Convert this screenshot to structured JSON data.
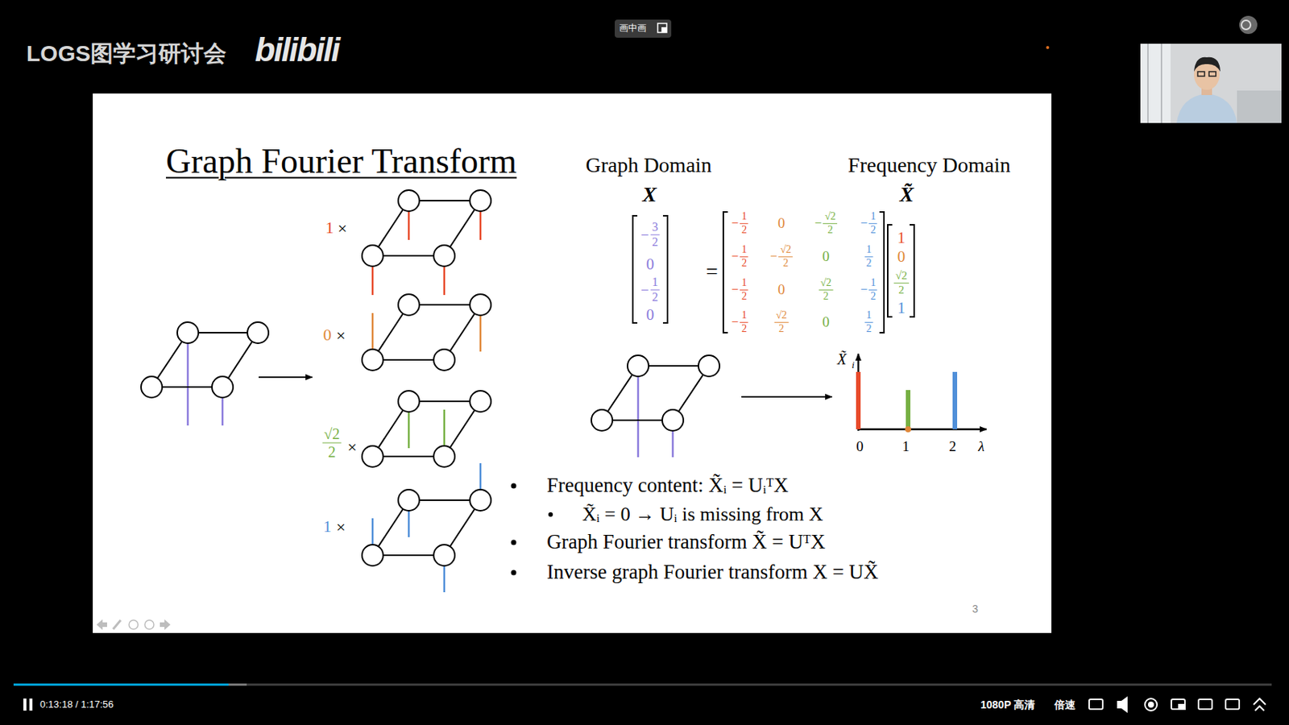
{
  "diagram": {
    "title": "Graph Fourier Transform",
    "labels": [
      "LOGS图学习研讨会",
      "bilibili",
      "画中画",
      "0:13:18 / 1:17:56",
      "1080P 高清",
      "倍速",
      "Graph Domain",
      "X",
      "Frequency Domain",
      "X̃",
      "−",
      "3",
      "2",
      "0",
      "−",
      "1",
      "2",
      "0",
      "=",
      "−",
      "1",
      "2",
      "0",
      "−",
      "√2",
      "2",
      "−",
      "1",
      "2",
      "−",
      "1",
      "2",
      "−",
      "√2",
      "2",
      "0",
      "1",
      "2",
      "−",
      "1",
      "2",
      "0",
      "√2",
      "2",
      "−",
      "1",
      "2",
      "−",
      "1",
      "2",
      "√2",
      "2",
      "0",
      "1",
      "2",
      "1",
      "0",
      "√2",
      "2",
      "1",
      "1",
      "×",
      "0",
      "×",
      "√2",
      "2",
      "×",
      "1",
      "×",
      "X̃",
      "i",
      "0",
      "1",
      "2",
      "λ",
      "Frequency content: X̃ᵢ = UᵢᵀX",
      "X̃ᵢ = 0 → Uᵢ is missing from X",
      "Graph Fourier transform X̃ = UᵀX",
      "Inverse graph Fourier transform X = UX̃",
      "3"
    ]
  }
}
